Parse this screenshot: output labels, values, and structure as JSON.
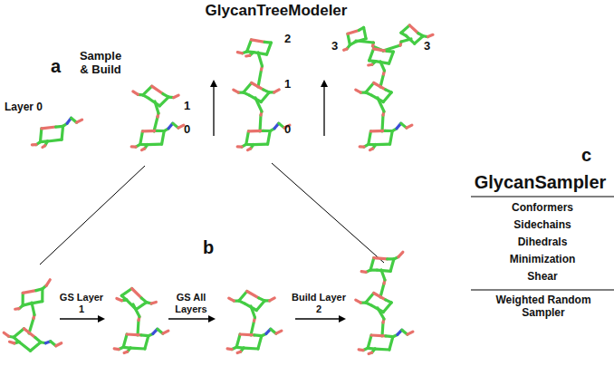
{
  "diagram": {
    "title": "GlycanTreeModeler",
    "labels": [
      "a",
      "Layer 0",
      "Sample & Build",
      "1",
      "0",
      "2",
      "1",
      "0",
      "3",
      "3",
      "b",
      "GS Layer 1",
      "GS All Layers",
      "Build Layer 2",
      "c",
      "GlycanSampler",
      "Conformers",
      "Sidechains",
      "Dihedrals",
      "Minimization",
      "Shear",
      "Weighted Random Sampler"
    ]
  }
}
